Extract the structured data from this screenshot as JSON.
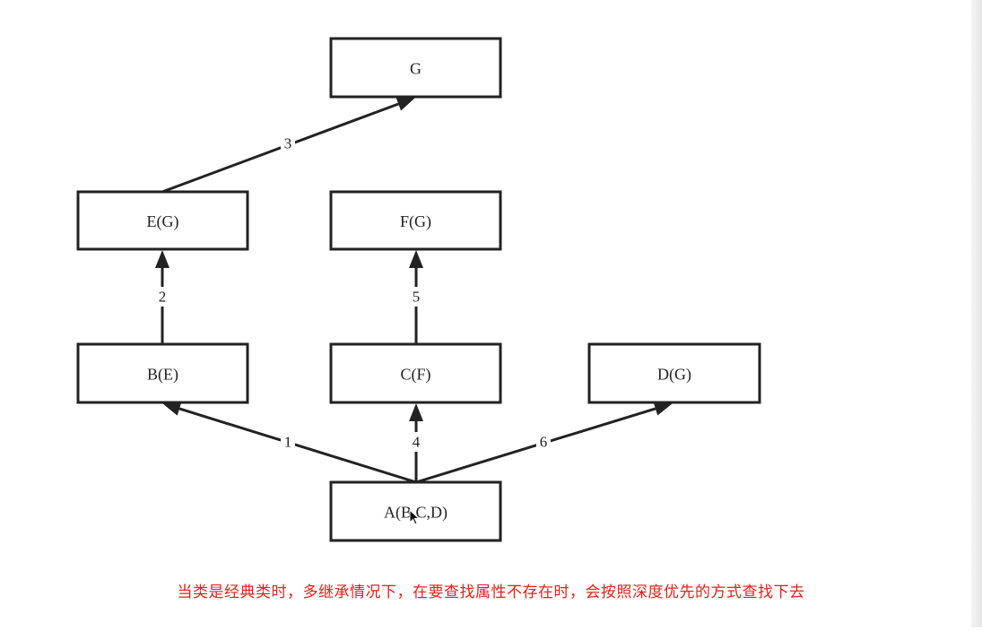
{
  "diagram": {
    "nodes": [
      {
        "id": "G",
        "label": "G"
      },
      {
        "id": "E",
        "label": "E(G)"
      },
      {
        "id": "F",
        "label": "F(G)"
      },
      {
        "id": "B",
        "label": "B(E)"
      },
      {
        "id": "C",
        "label": "C(F)"
      },
      {
        "id": "D",
        "label": "D(G)"
      },
      {
        "id": "A",
        "label": "A(B,C,D)"
      }
    ],
    "edges": [
      {
        "from": "A",
        "to": "B",
        "label": "1"
      },
      {
        "from": "B",
        "to": "E",
        "label": "2"
      },
      {
        "from": "E",
        "to": "G",
        "label": "3"
      },
      {
        "from": "A",
        "to": "C",
        "label": "4"
      },
      {
        "from": "C",
        "to": "F",
        "label": "5"
      },
      {
        "from": "A",
        "to": "D",
        "label": "6"
      }
    ],
    "caption": "当类是经典类时，多继承情况下，在要查找属性不存在时，会按照深度优先的方式查找下去",
    "colors": {
      "stroke": "#222222",
      "caption": "#e0221a"
    }
  }
}
